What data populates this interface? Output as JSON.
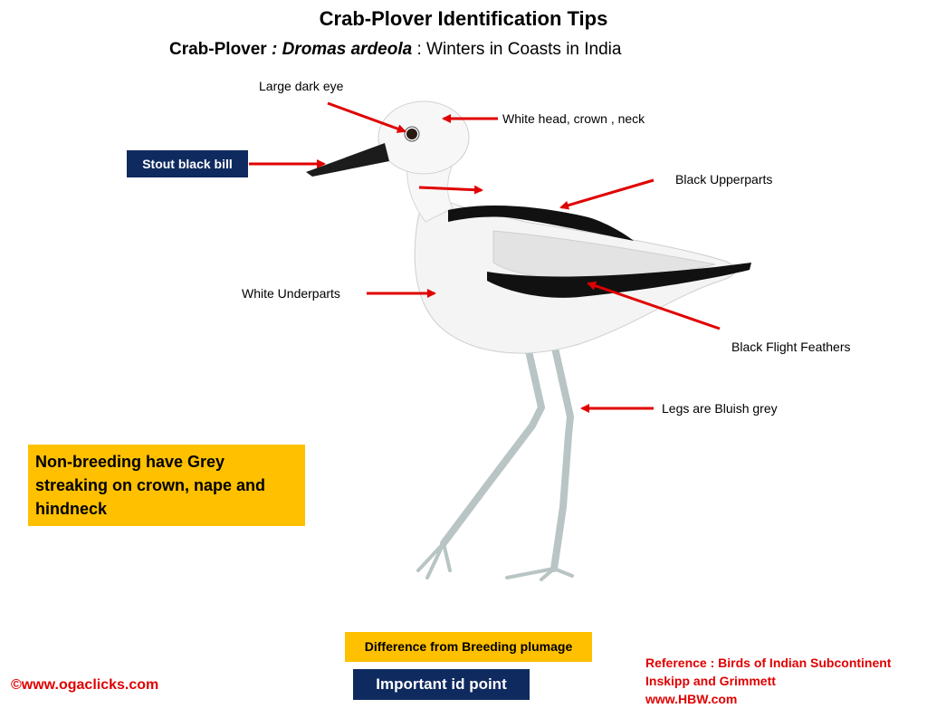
{
  "title": "Crab-Plover  Identification Tips",
  "subtitle": {
    "common": "Crab-Plover",
    "scientific": " : Dromas ardeola",
    "note": " : Winters in Coasts in India"
  },
  "labels": {
    "eye": "Large dark eye",
    "head": "White head, crown , neck",
    "bill": "Stout black bill",
    "upperparts": "Black Upperparts",
    "underparts": "White Underparts",
    "flight": "Black Flight Feathers",
    "legs": "Legs are  Bluish grey"
  },
  "nonbreeding_note": "Non-breeding have Grey streaking on crown, nape and hindneck",
  "legend": {
    "breeding": "Difference from Breeding plumage",
    "important": "Important  id point"
  },
  "credit": "©www.ogaclicks.com",
  "reference": {
    "line1": "Reference : Birds of Indian Subcontinent",
    "line2": "Inskipp and Grimmett",
    "line3": "www.HBW.com"
  },
  "colors": {
    "arrow": "#e00000",
    "navy": "#0f2a5f",
    "gold": "#ffc000",
    "red_text": "#e00000"
  }
}
